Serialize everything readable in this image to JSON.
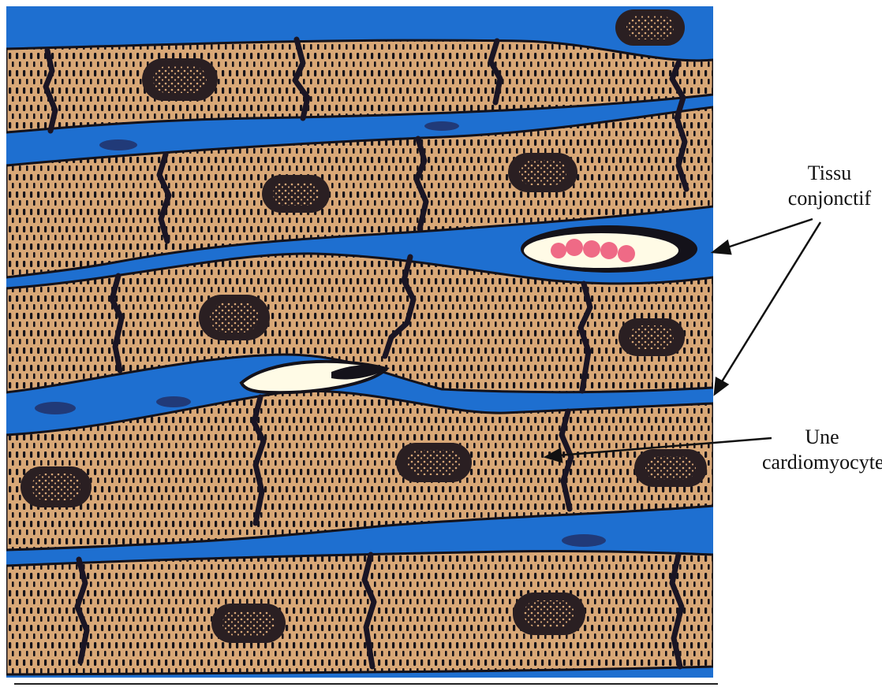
{
  "labels": {
    "connective_tissue": [
      "Tissu",
      "conjonctif"
    ],
    "cardiomyocyte": [
      "Une",
      "cardiomyocyte"
    ]
  },
  "colors": {
    "connective_tissue": "#1e6fd0",
    "cardiomyocyte": "#d9a877",
    "striation": "#15131a",
    "nucleus": "#2a1f22",
    "red_blood_cell": "#ef6a86",
    "vessel_lumen": "#fffbe6"
  }
}
